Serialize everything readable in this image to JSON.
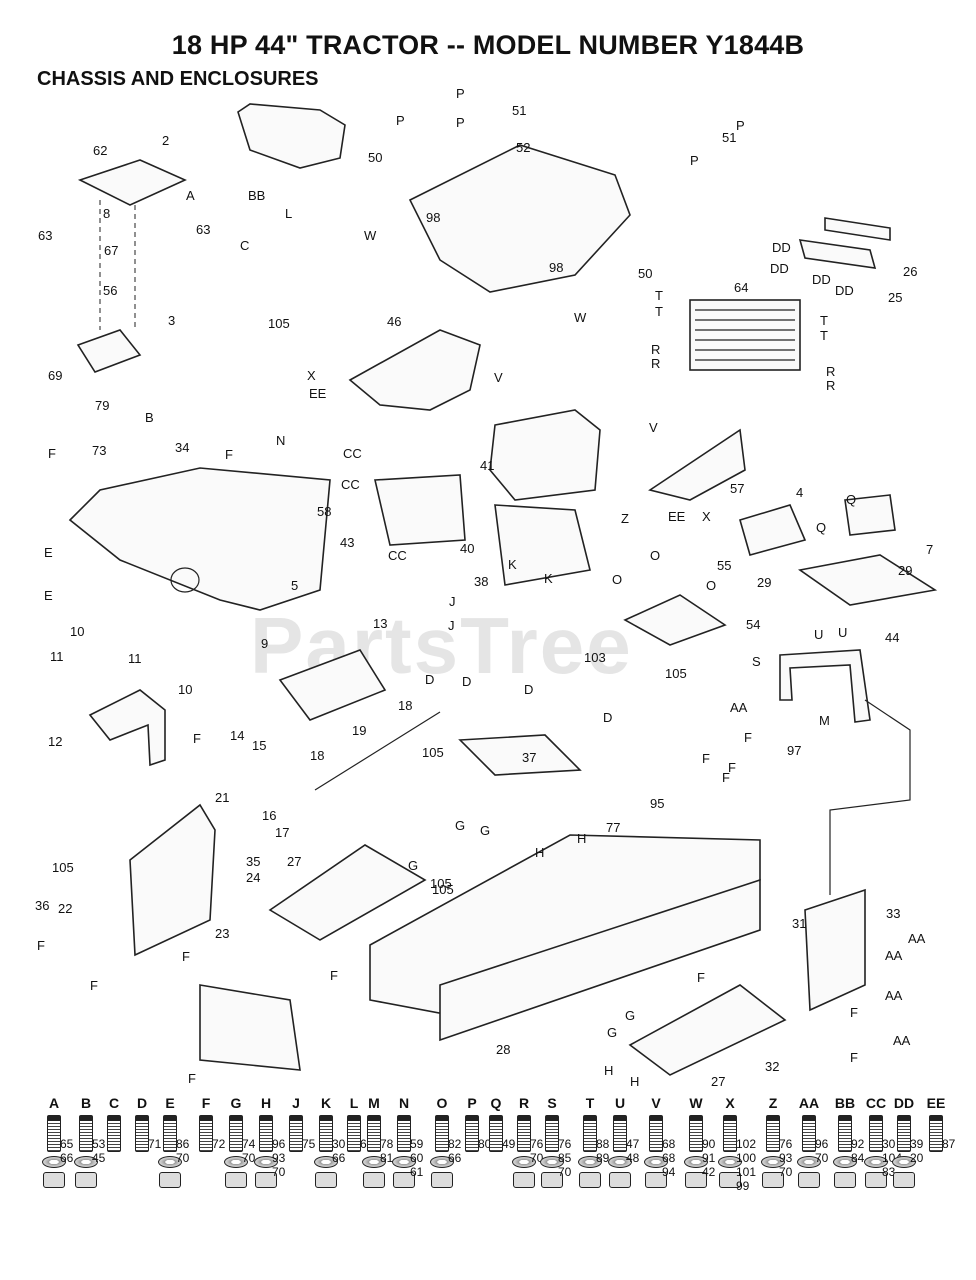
{
  "title": "18 HP 44\" TRACTOR -- MODEL NUMBER Y1844B",
  "subtitle": "CHASSIS AND ENCLOSURES",
  "watermark": "PartsTree",
  "callouts": [
    {
      "t": "62"
    },
    {
      "t": "2"
    },
    {
      "t": "A"
    },
    {
      "t": "63"
    },
    {
      "t": "63"
    },
    {
      "t": "8"
    },
    {
      "t": "67"
    },
    {
      "t": "56"
    },
    {
      "t": "69"
    },
    {
      "t": "79"
    },
    {
      "t": "73"
    },
    {
      "t": "B"
    },
    {
      "t": "34"
    },
    {
      "t": "3"
    },
    {
      "t": "C"
    },
    {
      "t": "105"
    },
    {
      "t": "BB"
    },
    {
      "t": "L"
    },
    {
      "t": "P"
    },
    {
      "t": "51"
    },
    {
      "t": "50"
    },
    {
      "t": "P"
    },
    {
      "t": "P"
    },
    {
      "t": "52"
    },
    {
      "t": "W"
    },
    {
      "t": "98"
    },
    {
      "t": "98"
    },
    {
      "t": "W"
    },
    {
      "t": "51"
    },
    {
      "t": "P"
    },
    {
      "t": "P"
    },
    {
      "t": "50"
    },
    {
      "t": "DD"
    },
    {
      "t": "DD"
    },
    {
      "t": "DD"
    },
    {
      "t": "DD"
    },
    {
      "t": "26"
    },
    {
      "t": "25"
    },
    {
      "t": "64"
    },
    {
      "t": "T"
    },
    {
      "t": "T"
    },
    {
      "t": "T"
    },
    {
      "t": "T"
    },
    {
      "t": "R"
    },
    {
      "t": "R"
    },
    {
      "t": "R"
    },
    {
      "t": "R"
    },
    {
      "t": "46"
    },
    {
      "t": "X"
    },
    {
      "t": "EE"
    },
    {
      "t": "V"
    },
    {
      "t": "F"
    },
    {
      "t": "F"
    },
    {
      "t": "N"
    },
    {
      "t": "58"
    },
    {
      "t": "CC"
    },
    {
      "t": "CC"
    },
    {
      "t": "43"
    },
    {
      "t": "CC"
    },
    {
      "t": "41"
    },
    {
      "t": "V"
    },
    {
      "t": "57"
    },
    {
      "t": "Z"
    },
    {
      "t": "EE"
    },
    {
      "t": "X"
    },
    {
      "t": "E"
    },
    {
      "t": "E"
    },
    {
      "t": "5"
    },
    {
      "t": "40"
    },
    {
      "t": "K"
    },
    {
      "t": "K"
    },
    {
      "t": "4"
    },
    {
      "t": "Q"
    },
    {
      "t": "Q"
    },
    {
      "t": "7"
    },
    {
      "t": "29"
    },
    {
      "t": "29"
    },
    {
      "t": "U"
    },
    {
      "t": "44"
    },
    {
      "t": "U"
    },
    {
      "t": "10"
    },
    {
      "t": "11"
    },
    {
      "t": "11"
    },
    {
      "t": "10"
    },
    {
      "t": "13"
    },
    {
      "t": "9"
    },
    {
      "t": "38"
    },
    {
      "t": "J"
    },
    {
      "t": "J"
    },
    {
      "t": "55"
    },
    {
      "t": "O"
    },
    {
      "t": "O"
    },
    {
      "t": "O"
    },
    {
      "t": "103"
    },
    {
      "t": "105"
    },
    {
      "t": "54"
    },
    {
      "t": "S"
    },
    {
      "t": "AA"
    },
    {
      "t": "M"
    },
    {
      "t": "12"
    },
    {
      "t": "F"
    },
    {
      "t": "14"
    },
    {
      "t": "15"
    },
    {
      "t": "18"
    },
    {
      "t": "19"
    },
    {
      "t": "D"
    },
    {
      "t": "D"
    },
    {
      "t": "D"
    },
    {
      "t": "D"
    },
    {
      "t": "37"
    },
    {
      "t": "105"
    },
    {
      "t": "18"
    },
    {
      "t": "16"
    },
    {
      "t": "17"
    },
    {
      "t": "F"
    },
    {
      "t": "F"
    },
    {
      "t": "F"
    },
    {
      "t": "F"
    },
    {
      "t": "97"
    },
    {
      "t": "95"
    },
    {
      "t": "21"
    },
    {
      "t": "35"
    },
    {
      "t": "27"
    },
    {
      "t": "24"
    },
    {
      "t": "G"
    },
    {
      "t": "G"
    },
    {
      "t": "G"
    },
    {
      "t": "H"
    },
    {
      "t": "H"
    },
    {
      "t": "77"
    },
    {
      "t": "105"
    },
    {
      "t": "105"
    },
    {
      "t": "105"
    },
    {
      "t": "36"
    },
    {
      "t": "F"
    },
    {
      "t": "22"
    },
    {
      "t": "23"
    },
    {
      "t": "F"
    },
    {
      "t": "F"
    },
    {
      "t": "F"
    },
    {
      "t": "31"
    },
    {
      "t": "33"
    },
    {
      "t": "AA"
    },
    {
      "t": "AA"
    },
    {
      "t": "AA"
    },
    {
      "t": "AA"
    },
    {
      "t": "F"
    },
    {
      "t": "F"
    },
    {
      "t": "F"
    },
    {
      "t": "28"
    },
    {
      "t": "F"
    },
    {
      "t": "G"
    },
    {
      "t": "G"
    },
    {
      "t": "H"
    },
    {
      "t": "H"
    },
    {
      "t": "27"
    },
    {
      "t": "32"
    }
  ],
  "hardware": [
    {
      "h": "A",
      "n": [
        "65",
        "66"
      ]
    },
    {
      "h": "B",
      "n": [
        "53",
        "45"
      ]
    },
    {
      "h": "C",
      "n": []
    },
    {
      "h": "D",
      "n": [
        "71"
      ]
    },
    {
      "h": "E",
      "n": [
        "86",
        "70"
      ]
    },
    {
      "h": "F",
      "n": [
        "72"
      ]
    },
    {
      "h": "G",
      "n": [
        "74",
        "70"
      ]
    },
    {
      "h": "H",
      "n": [
        "96",
        "93",
        "70"
      ]
    },
    {
      "h": "J",
      "n": [
        "75"
      ]
    },
    {
      "h": "K",
      "n": [
        "30",
        "66"
      ]
    },
    {
      "h": "L",
      "n": [
        "6"
      ]
    },
    {
      "h": "M",
      "n": [
        "78",
        "81"
      ]
    },
    {
      "h": "N",
      "n": [
        "59",
        "60",
        "61"
      ]
    },
    {
      "h": "O",
      "n": [
        "82",
        "66"
      ]
    },
    {
      "h": "P",
      "n": [
        "80"
      ]
    },
    {
      "h": "Q",
      "n": [
        "49"
      ]
    },
    {
      "h": "R",
      "n": [
        "76",
        "70"
      ]
    },
    {
      "h": "S",
      "n": [
        "76",
        "85",
        "70"
      ]
    },
    {
      "h": "T",
      "n": [
        "88",
        "89"
      ]
    },
    {
      "h": "U",
      "n": [
        "47",
        "48"
      ]
    },
    {
      "h": "V",
      "n": [
        "68",
        "68",
        "94"
      ]
    },
    {
      "h": "W",
      "n": [
        "90",
        "91",
        "42"
      ]
    },
    {
      "h": "X",
      "n": [
        "102",
        "100",
        "101",
        "99"
      ]
    },
    {
      "h": "Z",
      "n": [
        "76",
        "93",
        "70"
      ]
    },
    {
      "h": "AA",
      "n": [
        "96",
        "70"
      ]
    },
    {
      "h": "BB",
      "n": [
        "92",
        "84"
      ]
    },
    {
      "h": "CC",
      "n": [
        "30",
        "104",
        "83"
      ]
    },
    {
      "h": "DD",
      "n": [
        "39",
        "20"
      ]
    },
    {
      "h": "EE",
      "n": [
        "87"
      ]
    }
  ]
}
